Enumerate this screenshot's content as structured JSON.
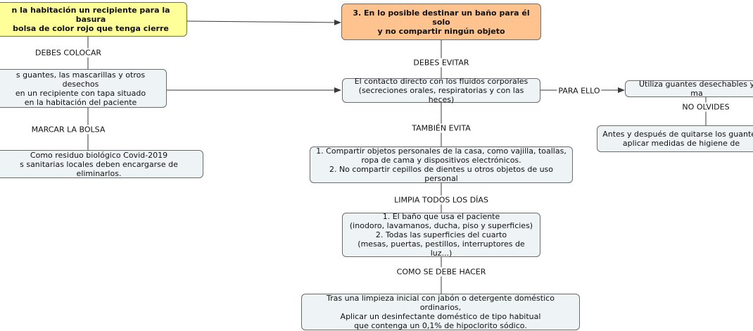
{
  "nodes": {
    "n1": {
      "text": "n la habitación un recipiente para la basura\n bolsa de color rojo que tenga cierre",
      "fill": "#ffff99"
    },
    "n2": {
      "text": "3. En lo posible destinar un baño para él solo\ny no compartir ningún objeto",
      "fill": "#ffc38f"
    },
    "n3": {
      "text": "s guantes, las mascarillas y otros desechos\nen un recipiente con tapa situado\nen la habitación del paciente"
    },
    "n4": {
      "text": "El contacto directo con los fluidos corporales\n(secreciones orales, respiratorias y con las heces)"
    },
    "n5": {
      "text": "Utiliza guantes desechables y ma"
    },
    "n6": {
      "text": "Antes y después de quitarse los guantes\naplicar medidas de higiene de"
    },
    "n7": {
      "text": "Como residuo biológico Covid-2019\ns sanitarias locales deben encargarse de eliminarlos."
    },
    "n8": {
      "text": "1. Compartir objetos personales de la casa, como vajilla, toallas,\nropa de cama y dispositivos electrónicos.\n2. No compartir cepillos de dientes u otros objetos de uso personal"
    },
    "n9": {
      "text": "1. El baño que usa el paciente\n(inodoro, lavamanos, ducha, piso y superficies)\n2. Todas las superficies del cuarto\n(mesas, puertas, pestillos, interruptores de luz...)"
    },
    "n10": {
      "text": "Tras una limpieza inicial con jabón o detergente doméstico ordinarios,\nAplicar un desinfectante doméstico de tipo habitual\nque contenga un 0,1% de hipoclorito sódico."
    }
  },
  "labels": {
    "debes_colocar": "DEBES COLOCAR",
    "marcar_la_bolsa": "MARCAR LA BOLSA",
    "debes_evitar": "DEBES EVITAR",
    "para_ello": "PARA ELLO",
    "no_olvides": "NO OLVIDES",
    "tambien_evita": "TAMBIÉN EVITA",
    "limpia_todos_los_dias": "LIMPIA TODOS LOS DÍAS",
    "como_se_debe_hacer": "COMO SE DEBE HACER"
  },
  "colors": {
    "line": "#3a3a3a",
    "box_fill": "#eef3f5",
    "box_border": "#6b6b6b"
  }
}
